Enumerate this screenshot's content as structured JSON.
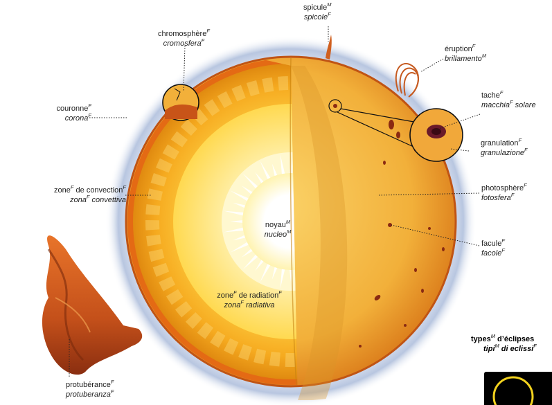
{
  "labels": {
    "spicule": {
      "fr": "spicule",
      "fr_g": "M",
      "it": "spicole",
      "it_g": "F"
    },
    "eruption": {
      "fr": "éruption",
      "fr_g": "F",
      "it": "brillamento",
      "it_g": "M"
    },
    "chromosphere": {
      "fr": "chromosphère",
      "fr_g": "F",
      "it": "cromosfera",
      "it_g": "F"
    },
    "couronne": {
      "fr": "couronne",
      "fr_g": "F",
      "it": "corona",
      "it_g": "F"
    },
    "tache": {
      "fr": "tache",
      "fr_g": "F",
      "it": "macchia",
      "it_g": "F",
      "it_rest": " solare"
    },
    "granulation": {
      "fr": "granulation",
      "fr_g": "F",
      "it": "granulazione",
      "it_g": "F"
    },
    "convection": {
      "fr_a": "zone",
      "fr_a_g": "F",
      "fr_b": " de convection",
      "fr_b_g": "F",
      "it_a": "zona",
      "it_a_g": "F",
      "it_b": " convettiva"
    },
    "photosphere": {
      "fr": "photosphère",
      "fr_g": "F",
      "it": "fotosfera",
      "it_g": "F"
    },
    "noyau": {
      "fr": "noyau",
      "fr_g": "M",
      "it": "nucleo",
      "it_g": "M"
    },
    "facule": {
      "fr": "facule",
      "fr_g": "F",
      "it": "facole",
      "it_g": "F"
    },
    "radiation": {
      "fr_a": "zone",
      "fr_a_g": "F",
      "fr_b": " de radiation",
      "fr_b_g": "F",
      "it_a": "zona",
      "it_a_g": "F",
      "it_b": " radiativa"
    },
    "protuberance": {
      "fr": "protubérance",
      "fr_g": "F",
      "it": "protuberanza",
      "it_g": "F"
    }
  },
  "types": {
    "fr": "types",
    "fr_g": "M",
    "fr_rest": " d’éclipses",
    "it": "tipi",
    "it_g": "M",
    "it_rest": " di eclissi",
    "it_rest_g": "F"
  },
  "colors": {
    "photosphere": "#f2b03a",
    "convection": "#f6a81e",
    "radiation": "#ffe26a",
    "core": "#ffffff",
    "corona": "#c8d3e8",
    "prominence": "#c4501a"
  }
}
